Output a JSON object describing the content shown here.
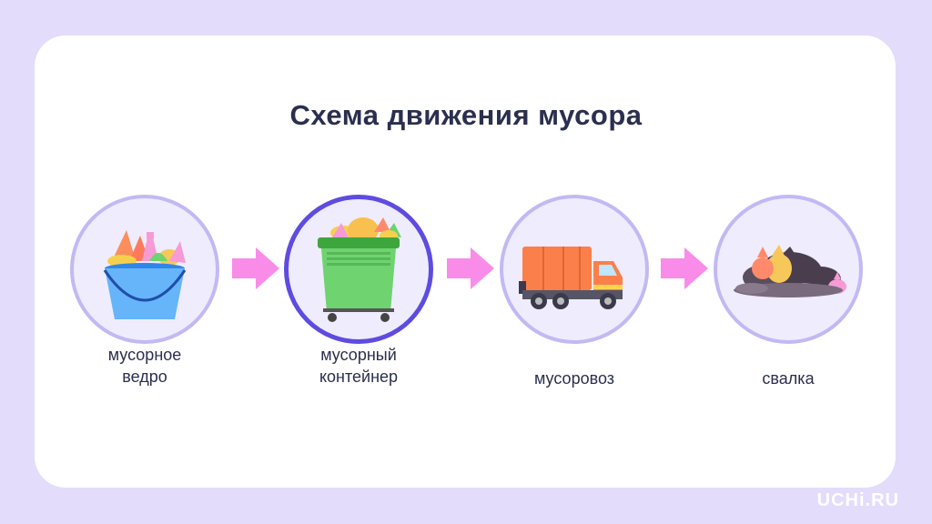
{
  "title": "Схема движения мусора",
  "stages": [
    {
      "label_line1": "мусорное",
      "label_line2": "ведро",
      "icon": "bucket-icon"
    },
    {
      "label_line1": "мусорный",
      "label_line2": "контейнер",
      "icon": "container-icon"
    },
    {
      "label_line1": "мусоровоз",
      "label_line2": "",
      "icon": "garbage-truck-icon"
    },
    {
      "label_line1": "свалка",
      "label_line2": "",
      "icon": "landfill-icon"
    }
  ],
  "logo": "UCHi.RU",
  "colors": {
    "background": "#e3dcfb",
    "card": "#ffffff",
    "circle_fill": "#efecfd",
    "circle_border": "#c2b9f4",
    "active_border": "#5e4ce0",
    "arrow": "#f98ce8",
    "title_text": "#2b2f4f"
  }
}
